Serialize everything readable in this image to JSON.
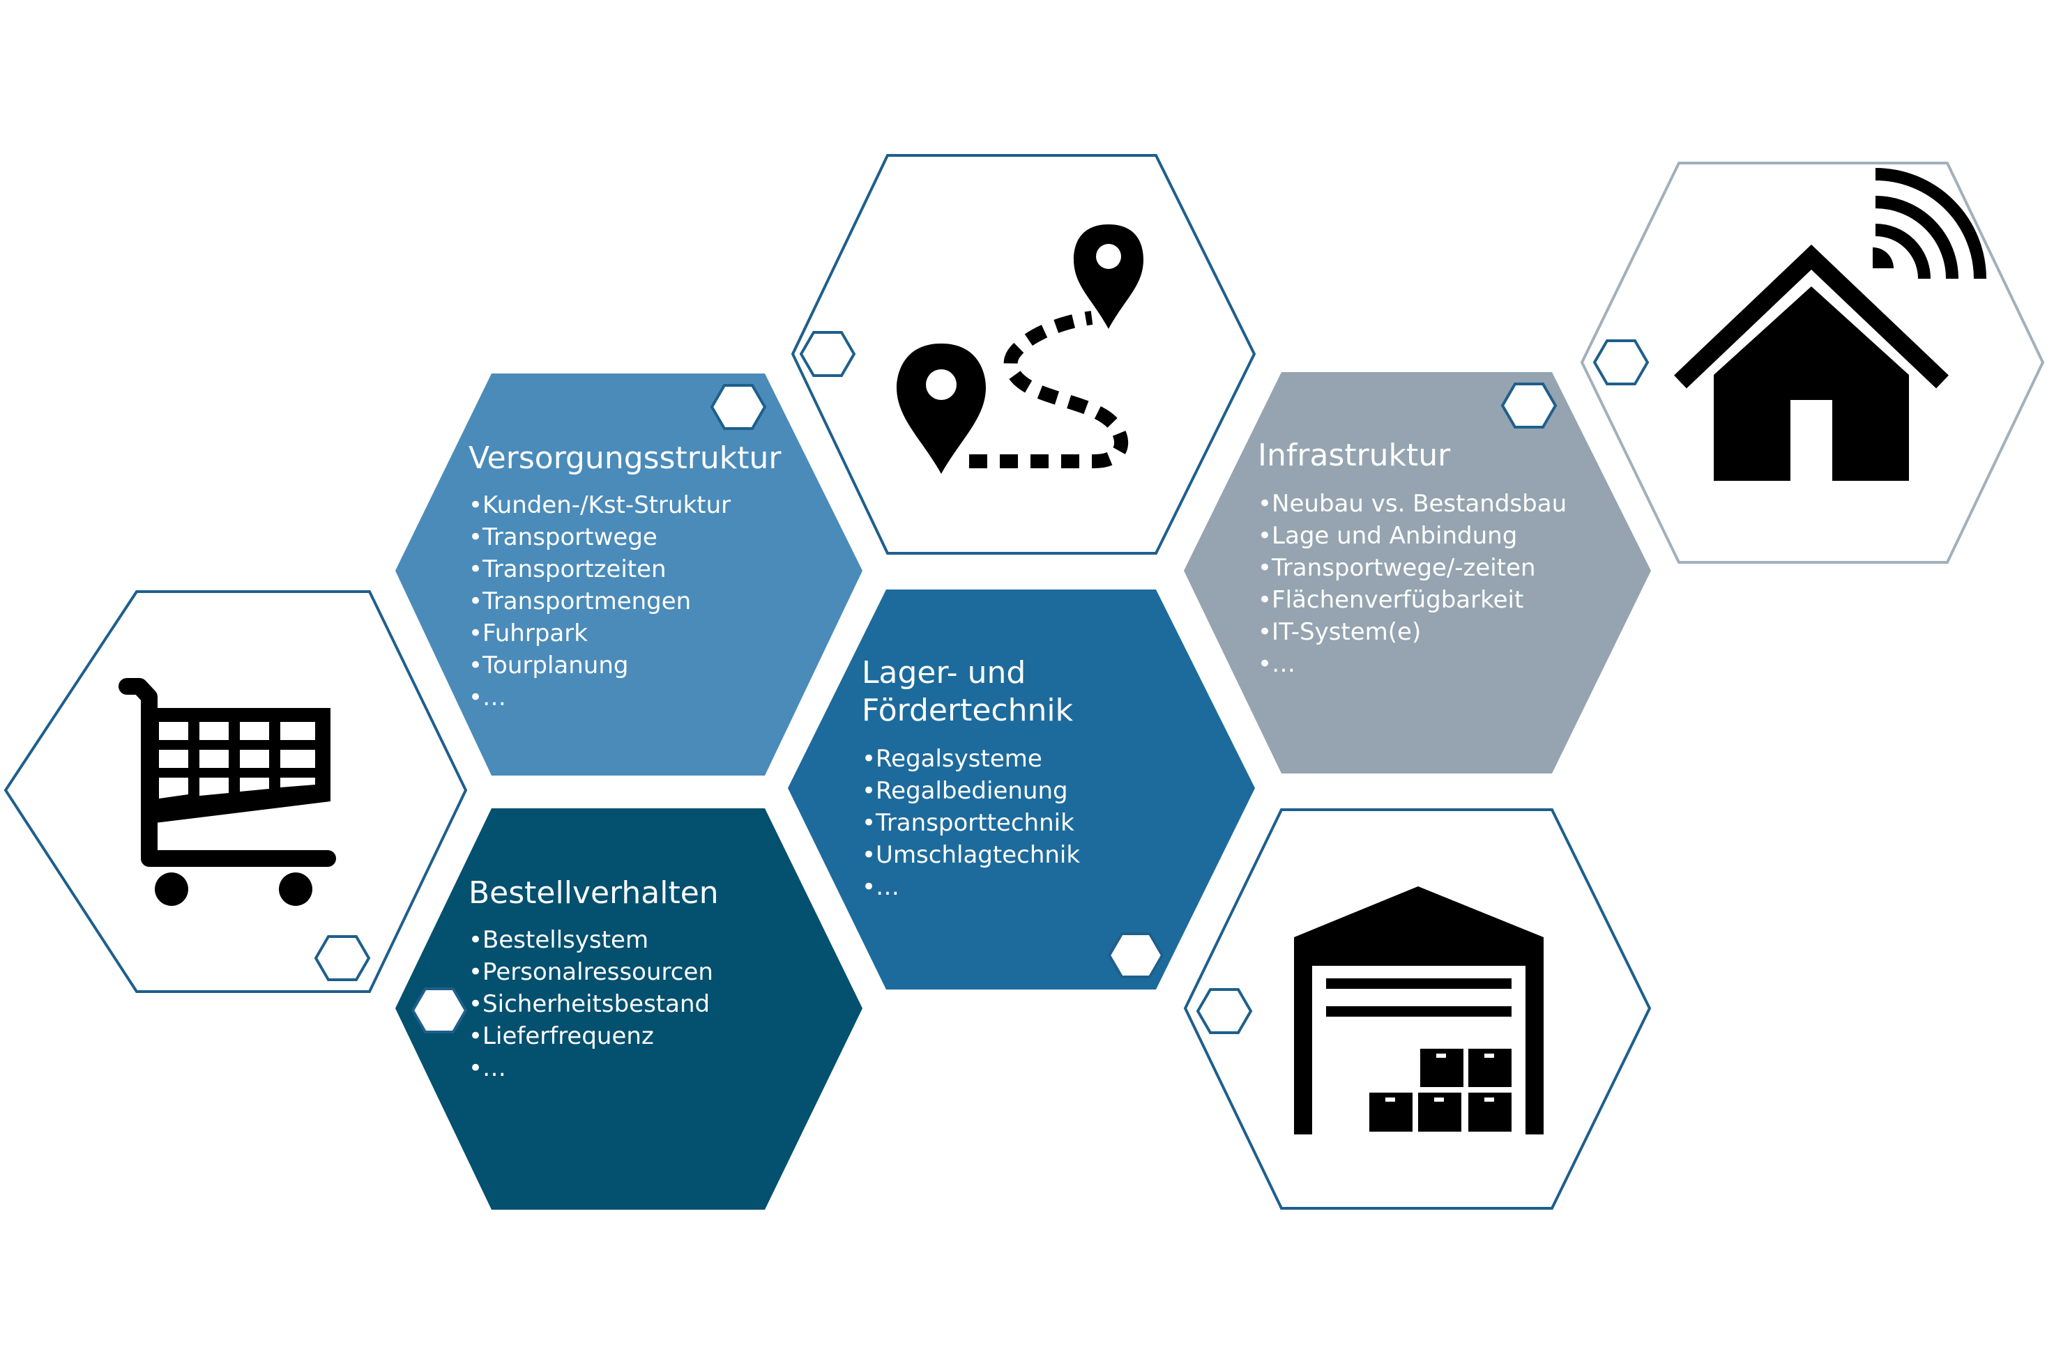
{
  "colors": {
    "light_blue": "#4a8bb9",
    "mid_blue": "#1d6b9c",
    "dark_blue": "#03506f",
    "grey": "#95a4b0",
    "outline_blue": "#1e5f8c",
    "outline_grey": "#a2b0bb",
    "icon": "#000000",
    "text": "#ffffff"
  },
  "hexagons": {
    "versorgung": {
      "title": "Versorgungsstruktur",
      "items": [
        "•Kunden-/Kst-Struktur",
        "•Transportwege",
        "•Transportzeiten",
        "•Transportmengen",
        "•Fuhrpark",
        "•Tourplanung",
        "•…"
      ]
    },
    "lager": {
      "title_line1": "Lager- und",
      "title_line2": "Fördertechnik",
      "items": [
        "•Regalsysteme",
        "•Regalbedienung",
        "•Transporttechnik",
        "•Umschlagtechnik",
        "•…"
      ]
    },
    "infrastruktur": {
      "title": "Infrastruktur",
      "items": [
        "•Neubau vs. Bestandsbau",
        "•Lage und Anbindung",
        "•Transportwege/-zeiten",
        "•Flächenverfügbarkeit",
        "•IT-System(e)",
        "•…"
      ]
    },
    "bestell": {
      "title": "Bestellverhalten",
      "items": [
        "•Bestellsystem",
        "•Personalressourcen",
        "•Sicherheitsbestand",
        "•Lieferfrequenz",
        "•…"
      ]
    }
  },
  "icons": {
    "cart": "shopping-cart-icon",
    "route": "route-map-icon",
    "smart_home": "smart-home-icon",
    "warehouse": "warehouse-icon",
    "connector": "small-hexagon-icon"
  }
}
